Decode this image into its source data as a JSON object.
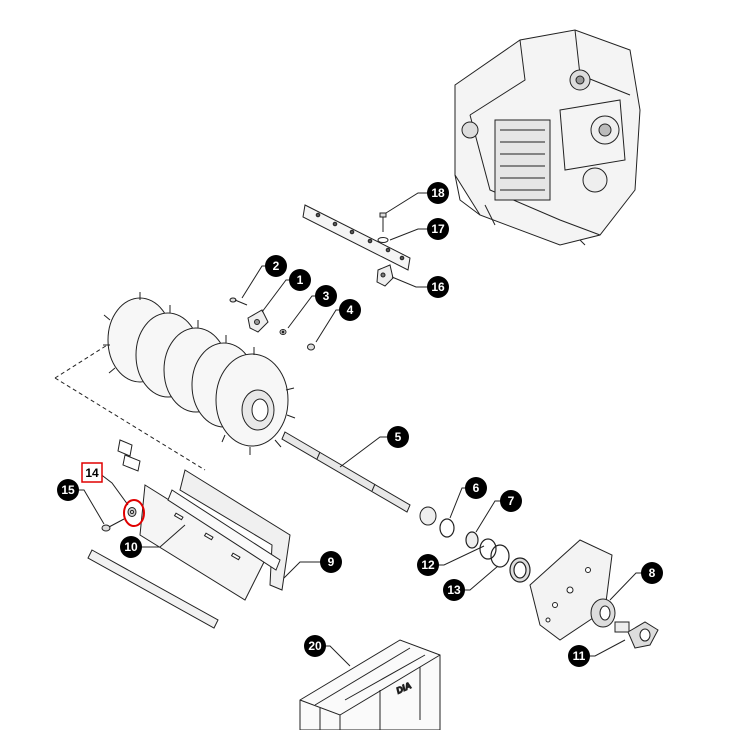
{
  "diagram": {
    "callouts": [
      {
        "id": "1",
        "label": "1"
      },
      {
        "id": "2",
        "label": "2"
      },
      {
        "id": "3",
        "label": "3"
      },
      {
        "id": "4",
        "label": "4"
      },
      {
        "id": "5",
        "label": "5"
      },
      {
        "id": "6",
        "label": "6"
      },
      {
        "id": "7",
        "label": "7"
      },
      {
        "id": "8",
        "label": "8"
      },
      {
        "id": "9",
        "label": "9"
      },
      {
        "id": "10",
        "label": "10"
      },
      {
        "id": "11",
        "label": "11"
      },
      {
        "id": "12",
        "label": "12"
      },
      {
        "id": "13",
        "label": "13"
      },
      {
        "id": "14",
        "label": "14",
        "highlighted": true
      },
      {
        "id": "15",
        "label": "15"
      },
      {
        "id": "16",
        "label": "16"
      },
      {
        "id": "17",
        "label": "17"
      },
      {
        "id": "18",
        "label": "18"
      },
      {
        "id": "20",
        "label": "20"
      }
    ],
    "crate_label": "DIA",
    "highlight_color": "#e00000",
    "callout_color": "#000000",
    "line_color": "#222222"
  }
}
